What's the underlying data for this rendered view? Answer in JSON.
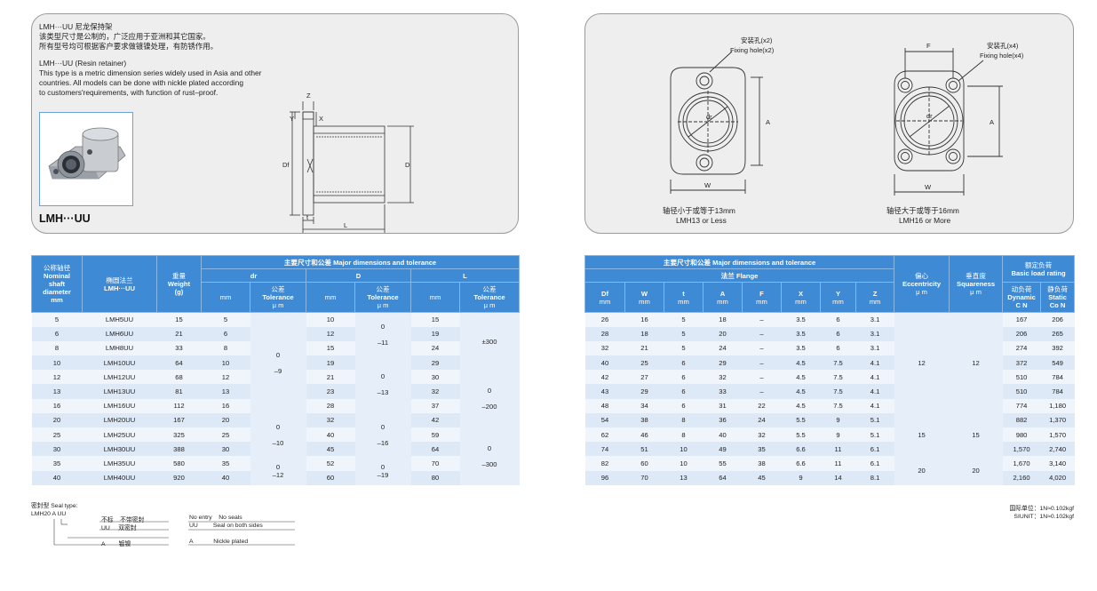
{
  "description": {
    "title_cn": "LMH···UU 尼龙保持架",
    "line1_cn": "该类型尺寸是公制的，广泛应用于亚洲和其它国家。",
    "line2_cn": "所有型号均可根据客户要求做镀镍处理，有防锈作用。",
    "title_en": "LMH···UU (Resin retainer)",
    "line1_en": "This type is a metric dimension series widely used in Asia and other",
    "line2_en": "countries. All models can be done with nickle plated according",
    "line3_en": "to customers'requirements, with function of rust–proof.",
    "product_label": "LMH···UU"
  },
  "side_view": {
    "z": "Z",
    "y": "Y",
    "x": "X",
    "df": "Df",
    "d": "D",
    "t": "t",
    "l": "L"
  },
  "front_views": {
    "left": {
      "holes_cn": "安装孔(x2)",
      "holes_en": "Fixing hole(x2)",
      "dr": "dr",
      "a": "A",
      "w": "W",
      "caption_cn": "轴径小于或等于13mm",
      "caption_en": "LMH13 or Less"
    },
    "right": {
      "holes_cn": "安装孔(x4)",
      "holes_en": "Fixing hole(x4)",
      "f": "F",
      "dr": "dr",
      "a": "A",
      "w": "W",
      "caption_cn": "轴径大于或等于16mm",
      "caption_en": "LMH16 or More"
    }
  },
  "left_table": {
    "h_nominal_cn": "公称轴径",
    "h_nominal_en1": "Nominal",
    "h_nominal_en2": "shaft",
    "h_nominal_en3": "diameter",
    "h_nominal_unit": "mm",
    "h_model_cn": "椭圆法兰",
    "h_model_en": "LMH···UU",
    "h_weight_cn": "重量",
    "h_weight_en": "Weight",
    "h_weight_unit": "(g)",
    "h_major": "主要尺寸和公差  Major dimensions and tolerance",
    "h_dr": "dr",
    "h_d": "D",
    "h_l": "L",
    "h_mm": "mm",
    "h_tol_cn": "公差",
    "h_tol_en": "Tolerance",
    "h_tol_unit": "μ m",
    "rows": [
      {
        "shaft": "5",
        "model": "LMH5UU",
        "weight": "15",
        "dr": "5",
        "d": "10",
        "l": "15"
      },
      {
        "shaft": "6",
        "model": "LMH6UU",
        "weight": "21",
        "dr": "6",
        "d": "12",
        "l": "19"
      },
      {
        "shaft": "8",
        "model": "LMH8UU",
        "weight": "33",
        "dr": "8",
        "d": "15",
        "l": "24"
      },
      {
        "shaft": "10",
        "model": "LMH10UU",
        "weight": "64",
        "dr": "10",
        "d": "19",
        "l": "29"
      },
      {
        "shaft": "12",
        "model": "LMH12UU",
        "weight": "68",
        "dr": "12",
        "d": "21",
        "l": "30"
      },
      {
        "shaft": "13",
        "model": "LMH13UU",
        "weight": "81",
        "dr": "13",
        "d": "23",
        "l": "32"
      },
      {
        "shaft": "16",
        "model": "LMH16UU",
        "weight": "112",
        "dr": "16",
        "d": "28",
        "l": "37"
      },
      {
        "shaft": "20",
        "model": "LMH20UU",
        "weight": "167",
        "dr": "20",
        "d": "32",
        "l": "42"
      },
      {
        "shaft": "25",
        "model": "LMH25UU",
        "weight": "325",
        "dr": "25",
        "d": "40",
        "l": "59"
      },
      {
        "shaft": "30",
        "model": "LMH30UU",
        "weight": "388",
        "dr": "30",
        "d": "45",
        "l": "64"
      },
      {
        "shaft": "35",
        "model": "LMH35UU",
        "weight": "580",
        "dr": "35",
        "d": "52",
        "l": "70"
      },
      {
        "shaft": "40",
        "model": "LMH40UU",
        "weight": "920",
        "dr": "40",
        "d": "60",
        "l": "80"
      }
    ],
    "dr_tol": [
      {
        "upper": "0",
        "lower": "–9"
      },
      {
        "upper": "0",
        "lower": "–10"
      },
      {
        "upper": "0",
        "lower": "–12"
      }
    ],
    "d_tol": [
      {
        "upper": "0",
        "lower": "–11"
      },
      {
        "upper": "0",
        "lower": "–13"
      },
      {
        "upper": "0",
        "lower": "–16"
      },
      {
        "upper": "0",
        "lower": "–19"
      }
    ],
    "l_tol": [
      {
        "text": "±300"
      },
      {
        "upper": "0",
        "lower": "–200"
      },
      {
        "upper": "0",
        "lower": "–300"
      }
    ]
  },
  "right_table": {
    "h_major": "主要尺寸和公差  Major dimensions and tolerance",
    "h_flange": "法兰  Flange",
    "h_ecc_cn": "偏心",
    "h_ecc_en": "Eccentricity",
    "h_ecc_unit": "μ m",
    "h_sq_cn": "垂直度",
    "h_sq_en": "Squareness",
    "h_sq_unit": "μ m",
    "h_load_cn": "额定负荷",
    "h_load_en": "Basic load rating",
    "h_dyn_cn": "动负荷",
    "h_dyn_en": "Dynamic",
    "h_dyn_unit": "C N",
    "h_sta_cn": "静负荷",
    "h_sta_en": "Static",
    "h_sta_unit": "Co N",
    "h_cols": [
      "Df",
      "W",
      "t",
      "A",
      "F",
      "X",
      "Y",
      "Z"
    ],
    "h_mm": "mm",
    "rows": [
      {
        "df": "26",
        "w": "16",
        "t": "5",
        "a": "18",
        "f": "–",
        "x": "3.5",
        "y": "6",
        "z": "3.1",
        "dyn": "167",
        "sta": "206"
      },
      {
        "df": "28",
        "w": "18",
        "t": "5",
        "a": "20",
        "f": "–",
        "x": "3.5",
        "y": "6",
        "z": "3.1",
        "dyn": "206",
        "sta": "265"
      },
      {
        "df": "32",
        "w": "21",
        "t": "5",
        "a": "24",
        "f": "–",
        "x": "3.5",
        "y": "6",
        "z": "3.1",
        "dyn": "274",
        "sta": "392"
      },
      {
        "df": "40",
        "w": "25",
        "t": "6",
        "a": "29",
        "f": "–",
        "x": "4.5",
        "y": "7.5",
        "z": "4.1",
        "dyn": "372",
        "sta": "549"
      },
      {
        "df": "42",
        "w": "27",
        "t": "6",
        "a": "32",
        "f": "–",
        "x": "4.5",
        "y": "7.5",
        "z": "4.1",
        "dyn": "510",
        "sta": "784"
      },
      {
        "df": "43",
        "w": "29",
        "t": "6",
        "a": "33",
        "f": "–",
        "x": "4.5",
        "y": "7.5",
        "z": "4.1",
        "dyn": "510",
        "sta": "784"
      },
      {
        "df": "48",
        "w": "34",
        "t": "6",
        "a": "31",
        "f": "22",
        "x": "4.5",
        "y": "7.5",
        "z": "4.1",
        "dyn": "774",
        "sta": "1,180"
      },
      {
        "df": "54",
        "w": "38",
        "t": "8",
        "a": "36",
        "f": "24",
        "x": "5.5",
        "y": "9",
        "z": "5.1",
        "dyn": "882",
        "sta": "1,370"
      },
      {
        "df": "62",
        "w": "46",
        "t": "8",
        "a": "40",
        "f": "32",
        "x": "5.5",
        "y": "9",
        "z": "5.1",
        "dyn": "980",
        "sta": "1,570"
      },
      {
        "df": "74",
        "w": "51",
        "t": "10",
        "a": "49",
        "f": "35",
        "x": "6.6",
        "y": "11",
        "z": "6.1",
        "dyn": "1,570",
        "sta": "2,740"
      },
      {
        "df": "82",
        "w": "60",
        "t": "10",
        "a": "55",
        "f": "38",
        "x": "6.6",
        "y": "11",
        "z": "6.1",
        "dyn": "1,670",
        "sta": "3,140"
      },
      {
        "df": "96",
        "w": "70",
        "t": "13",
        "a": "64",
        "f": "45",
        "x": "9",
        "y": "14",
        "z": "8.1",
        "dyn": "2,160",
        "sta": "4,020"
      }
    ],
    "ecc_groups": [
      "12",
      "15",
      "20"
    ],
    "sq_groups": [
      "12",
      "15",
      "20"
    ]
  },
  "seal_type": {
    "title": "密封型 Seal type:",
    "code_prefix": "LMH20 ",
    "code_a": "A",
    "code_uu": " UU",
    "r1_cn_code": "不标",
    "r1_cn_text": "不带密封",
    "r1_en_code": "No entry",
    "r1_en_text": "No seals",
    "r2_cn_code": "UU",
    "r2_cn_text": "双密封",
    "r2_en_code": "UU",
    "r2_en_text": "Seal on both sides",
    "r3_cn_code": "A",
    "r3_cn_text": "镀镍",
    "r3_en_code": "A",
    "r3_en_text": "Nickle plated"
  },
  "units_note": {
    "line1": "国际单位：1N≈0.102kgf",
    "line2": "SIUNIT：1N≈0.102kgf"
  },
  "colors": {
    "header_blue": "#3e8ad4",
    "row_light": "#eff5fb",
    "row_mid": "#dde9f7",
    "panel_gray": "#eeeeee"
  }
}
